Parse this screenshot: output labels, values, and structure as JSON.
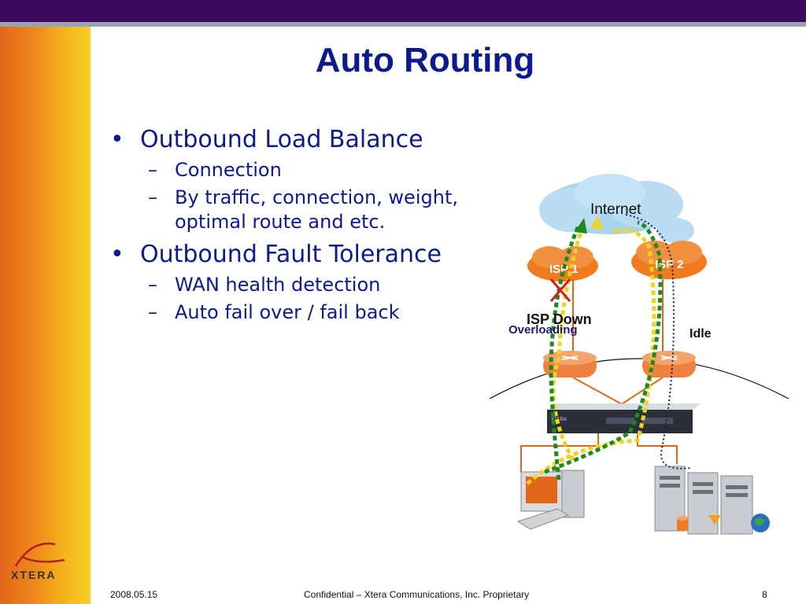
{
  "title": "Auto Routing",
  "bullets": [
    {
      "text": "Outbound Load Balance",
      "sub": [
        "Connection",
        "By traffic, connection, weight, optimal route and etc."
      ]
    },
    {
      "text": "Outbound Fault Tolerance",
      "sub": [
        "WAN health detection",
        "Auto fail over / fail back"
      ]
    }
  ],
  "diagram": {
    "internet_label": "Internet",
    "isp1_label": "ISP 1",
    "isp2_label": "ISP 2",
    "isp_down_label": "ISP Down",
    "overloading_label": "Overloading",
    "idle_label": "Idle",
    "appliance_label": "XTERA"
  },
  "logo": {
    "text": "XTERA"
  },
  "footer": {
    "date": "2008.05.15",
    "confidential": "Confidential – Xtera Communications, Inc. Proprietary",
    "page": "8"
  },
  "colors": {
    "title": "#0b1a8c",
    "top_bar": "#3d0a5e",
    "isp_orange": "#f07a1e",
    "path_green": "#1e8a1e",
    "path_yellow": "#f2d21e",
    "path_navy": "#1c1c6e",
    "link_orange": "#e2661a"
  },
  "icons": [
    "x-mark-icon",
    "router-icon",
    "cloud-icon",
    "server-icon",
    "workstation-icon",
    "globe-icon",
    "database-icon",
    "folder-icon"
  ]
}
